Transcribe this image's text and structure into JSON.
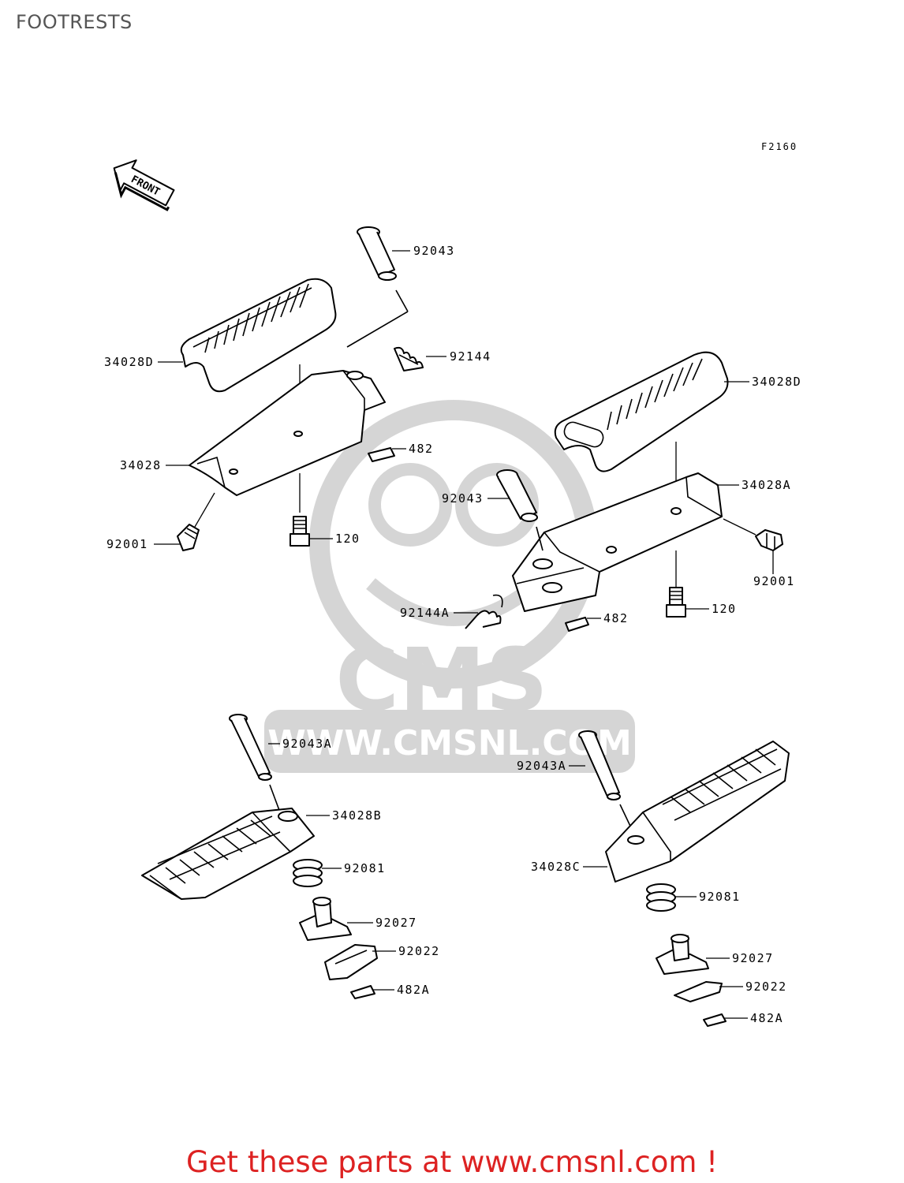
{
  "page": {
    "title": "FOOTRESTS",
    "figure_code": "F2160",
    "front_arrow_label": "FRONT",
    "watermark_logo": "CMS",
    "watermark_url": "WWW.CMSNL.COM",
    "footer_text": "Get these parts at www.cmsnl.com !",
    "footer_color": "#dd2222"
  },
  "callouts": [
    {
      "id": "c1",
      "label": "92043"
    },
    {
      "id": "c2",
      "label": "92144"
    },
    {
      "id": "c3",
      "label": "34028D"
    },
    {
      "id": "c4",
      "label": "34028"
    },
    {
      "id": "c5",
      "label": "482"
    },
    {
      "id": "c6",
      "label": "92001"
    },
    {
      "id": "c7",
      "label": "120"
    },
    {
      "id": "c8",
      "label": "34028D"
    },
    {
      "id": "c9",
      "label": "34028A"
    },
    {
      "id": "c10",
      "label": "92043"
    },
    {
      "id": "c11",
      "label": "92001"
    },
    {
      "id": "c12",
      "label": "120"
    },
    {
      "id": "c13",
      "label": "92144A"
    },
    {
      "id": "c14",
      "label": "482"
    },
    {
      "id": "c15",
      "label": "92043A"
    },
    {
      "id": "c16",
      "label": "34028B"
    },
    {
      "id": "c17",
      "label": "92081"
    },
    {
      "id": "c18",
      "label": "92027"
    },
    {
      "id": "c19",
      "label": "92022"
    },
    {
      "id": "c20",
      "label": "482A"
    },
    {
      "id": "c21",
      "label": "92043A"
    },
    {
      "id": "c22",
      "label": "34028C"
    },
    {
      "id": "c23",
      "label": "92081"
    },
    {
      "id": "c24",
      "label": "92027"
    },
    {
      "id": "c25",
      "label": "92022"
    },
    {
      "id": "c26",
      "label": "482A"
    }
  ]
}
